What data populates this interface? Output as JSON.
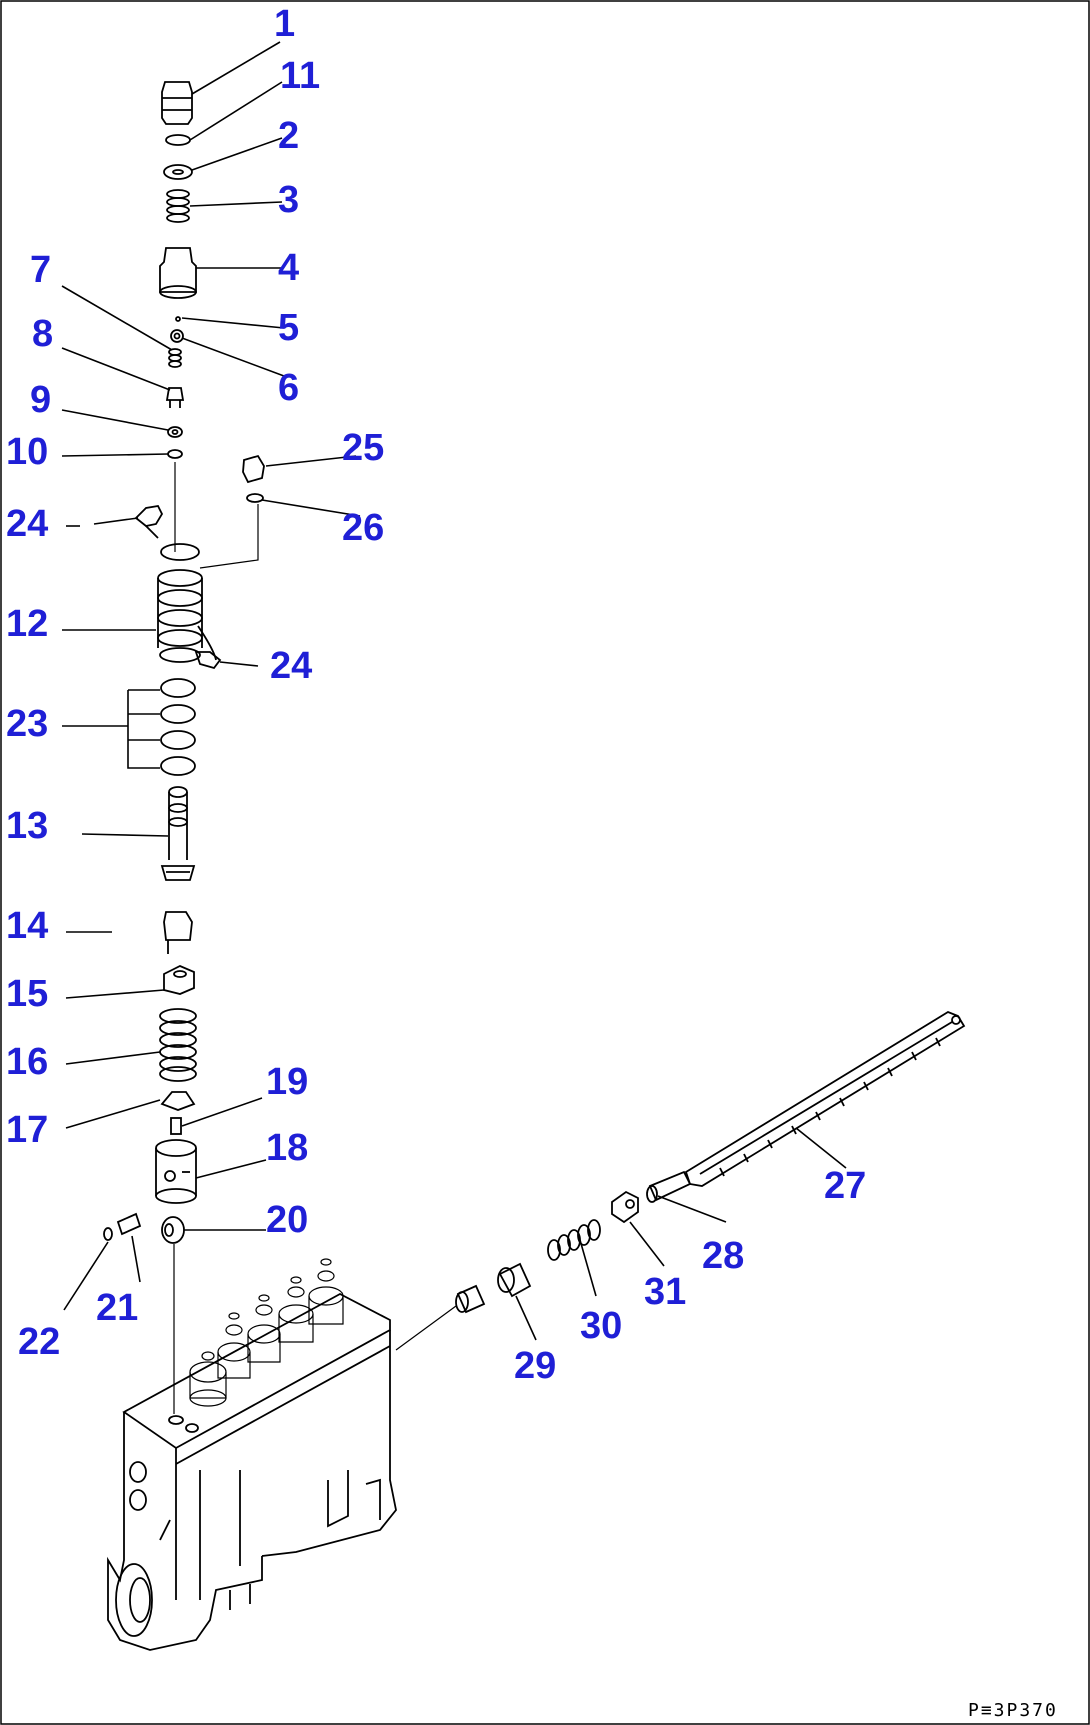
{
  "callouts": [
    {
      "id": "1",
      "label": "1"
    },
    {
      "id": "11",
      "label": "11"
    },
    {
      "id": "2",
      "label": "2"
    },
    {
      "id": "3",
      "label": "3"
    },
    {
      "id": "4",
      "label": "4"
    },
    {
      "id": "5",
      "label": "5"
    },
    {
      "id": "6",
      "label": "6"
    },
    {
      "id": "7",
      "label": "7"
    },
    {
      "id": "8",
      "label": "8"
    },
    {
      "id": "9",
      "label": "9"
    },
    {
      "id": "10",
      "label": "10"
    },
    {
      "id": "25",
      "label": "25"
    },
    {
      "id": "24a",
      "label": "24"
    },
    {
      "id": "26",
      "label": "26"
    },
    {
      "id": "12",
      "label": "12"
    },
    {
      "id": "24b",
      "label": "24"
    },
    {
      "id": "23",
      "label": "23"
    },
    {
      "id": "13",
      "label": "13"
    },
    {
      "id": "14",
      "label": "14"
    },
    {
      "id": "15",
      "label": "15"
    },
    {
      "id": "16",
      "label": "16"
    },
    {
      "id": "19",
      "label": "19"
    },
    {
      "id": "17",
      "label": "17"
    },
    {
      "id": "18",
      "label": "18"
    },
    {
      "id": "20",
      "label": "20"
    },
    {
      "id": "22",
      "label": "22"
    },
    {
      "id": "21",
      "label": "21"
    },
    {
      "id": "27",
      "label": "27"
    },
    {
      "id": "28",
      "label": "28"
    },
    {
      "id": "31",
      "label": "31"
    },
    {
      "id": "30",
      "label": "30"
    },
    {
      "id": "29",
      "label": "29"
    }
  ],
  "drawing_code": "P≡3P370"
}
